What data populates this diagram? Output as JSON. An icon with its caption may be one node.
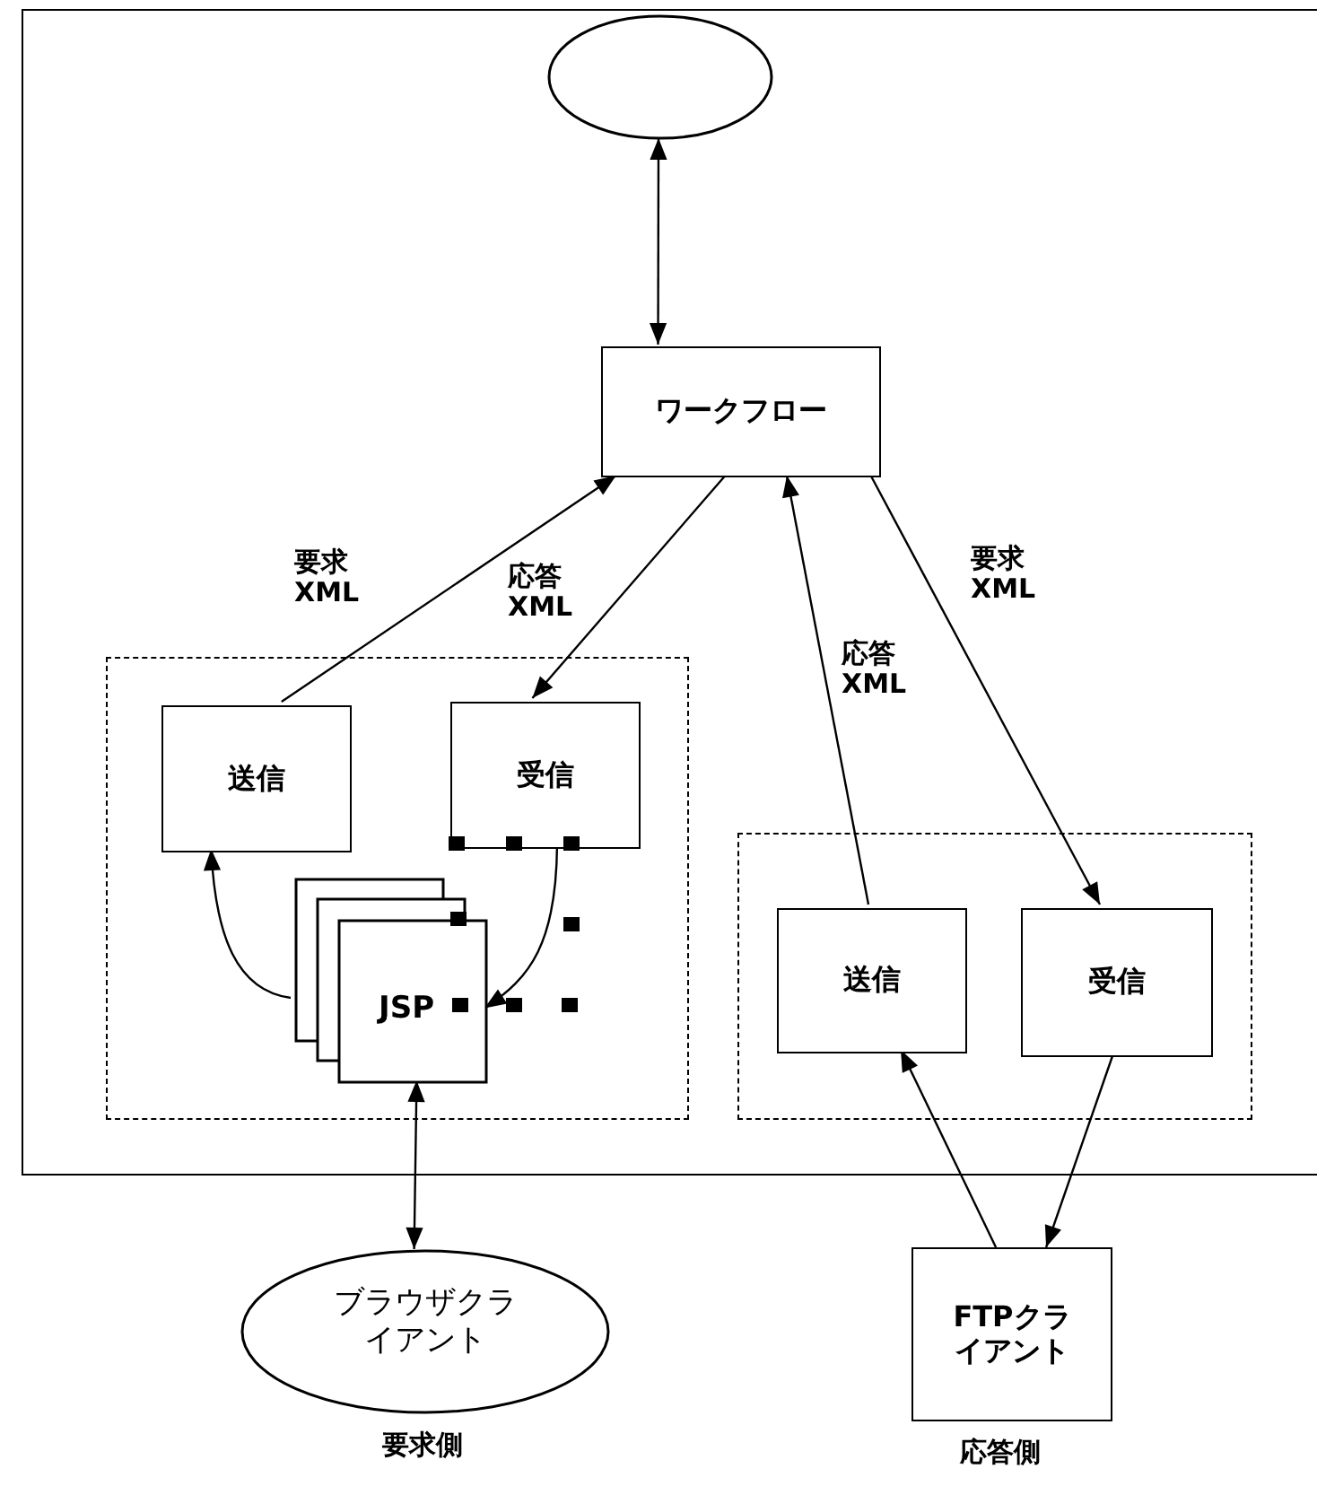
{
  "diagram": {
    "nodes": [
      {
        "text": [],
        "shape": "box"
      },
      {
        "text": [],
        "shape": "ellipse",
        "in": 0
      },
      {
        "text": [
          "ワークフロー"
        ],
        "in": 0
      },
      {
        "text": [],
        "shape": "box",
        "in": 0
      },
      {
        "text": [
          "送信"
        ],
        "in": 3
      },
      {
        "text": [
          "受信"
        ],
        "in": 3
      },
      {
        "text": [
          "JSP"
        ],
        "in": 3
      },
      {
        "text": [],
        "shape": "box",
        "in": 0
      },
      {
        "text": [
          "送信"
        ],
        "in": 7
      },
      {
        "text": [
          "受信"
        ],
        "in": 7
      },
      {
        "text": [
          "ブラウザクライアント"
        ],
        "beside": [
          "要求側"
        ]
      },
      {
        "text": [
          "FTPクライアント"
        ],
        "beside": [
          "応答側"
        ]
      }
    ],
    "edges": [
      {
        "from": 1,
        "to": 2,
        "arrow": "both"
      },
      {
        "from": 4,
        "to": 2,
        "arrow": "to",
        "label": "要求XML"
      },
      {
        "from": 2,
        "to": 5,
        "arrow": "to",
        "label": "応答XML"
      },
      {
        "from": 5,
        "to": 6,
        "arrow": "to"
      },
      {
        "from": 6,
        "to": 4,
        "arrow": "to"
      },
      {
        "from": 8,
        "to": 2,
        "arrow": "to",
        "label": "応答XML"
      },
      {
        "from": 2,
        "to": 9,
        "arrow": "to",
        "label": "要求XML"
      },
      {
        "from": 6,
        "to": 10,
        "arrow": "both"
      },
      {
        "from": 11,
        "to": 8,
        "arrow": "to"
      },
      {
        "from": 9,
        "to": 11,
        "arrow": "to"
      }
    ]
  }
}
